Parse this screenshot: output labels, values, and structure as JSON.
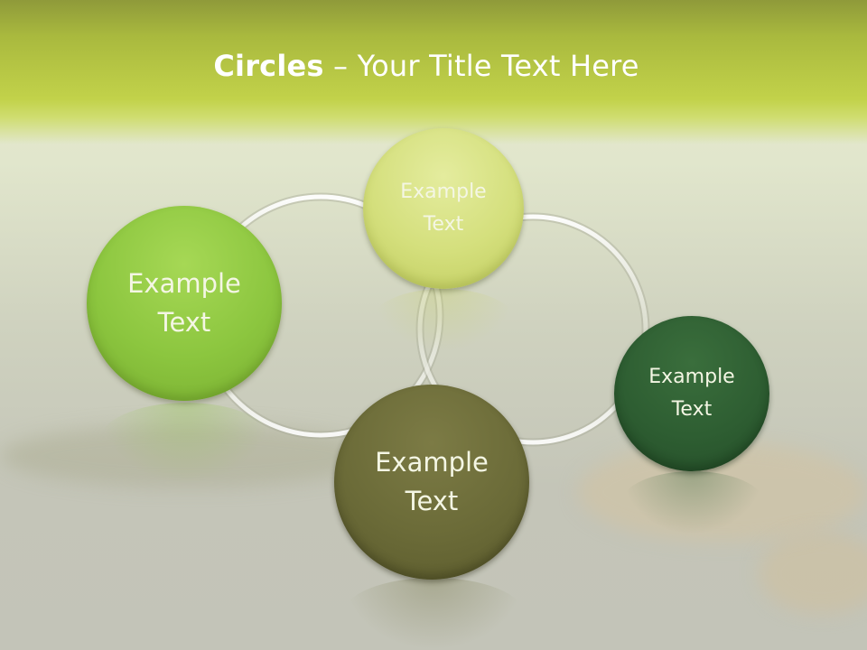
{
  "title": {
    "bold_part": "Circles",
    "separator": " – ",
    "rest": "Your Title Text Here"
  },
  "circles": [
    {
      "line1": "Example",
      "line2": "Text"
    },
    {
      "line1": "Example",
      "line2": "Text"
    },
    {
      "line1": "Example",
      "line2": "Text"
    },
    {
      "line1": "Example",
      "line2": "Text"
    }
  ],
  "colors": {
    "title_band": "#b8c83f",
    "circle_light_green": "#8cc63f",
    "circle_pale_yellow": "#d4df7c",
    "circle_olive": "#6b6b38",
    "circle_dark_green": "#2e5e32"
  }
}
